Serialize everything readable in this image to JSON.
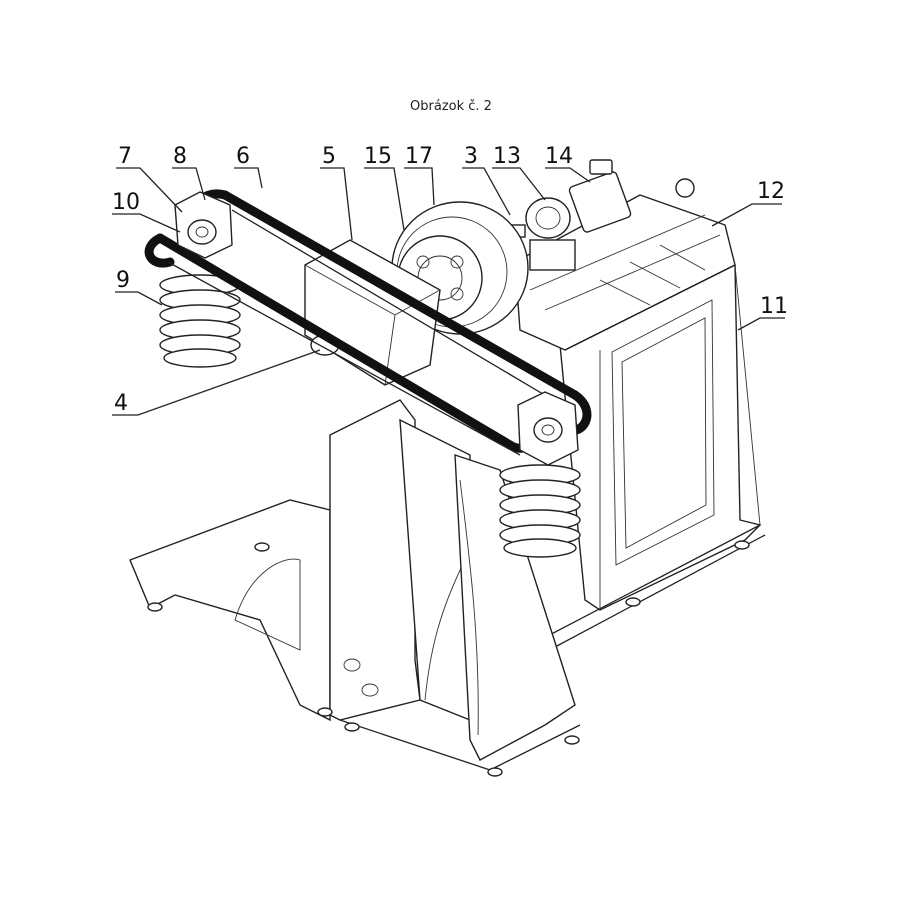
{
  "figure": {
    "title": "Obrázok č. 2"
  },
  "callouts": [
    {
      "id": "c7",
      "text": "7"
    },
    {
      "id": "c8",
      "text": "8"
    },
    {
      "id": "c6",
      "text": "6"
    },
    {
      "id": "c5",
      "text": "5"
    },
    {
      "id": "c15",
      "text": "15"
    },
    {
      "id": "c17",
      "text": "17"
    },
    {
      "id": "c3",
      "text": "3"
    },
    {
      "id": "c13",
      "text": "13"
    },
    {
      "id": "c14",
      "text": "14"
    },
    {
      "id": "c12",
      "text": "12"
    },
    {
      "id": "c10",
      "text": "10"
    },
    {
      "id": "c9",
      "text": "9"
    },
    {
      "id": "c11",
      "text": "11"
    },
    {
      "id": "c4",
      "text": "4"
    }
  ]
}
